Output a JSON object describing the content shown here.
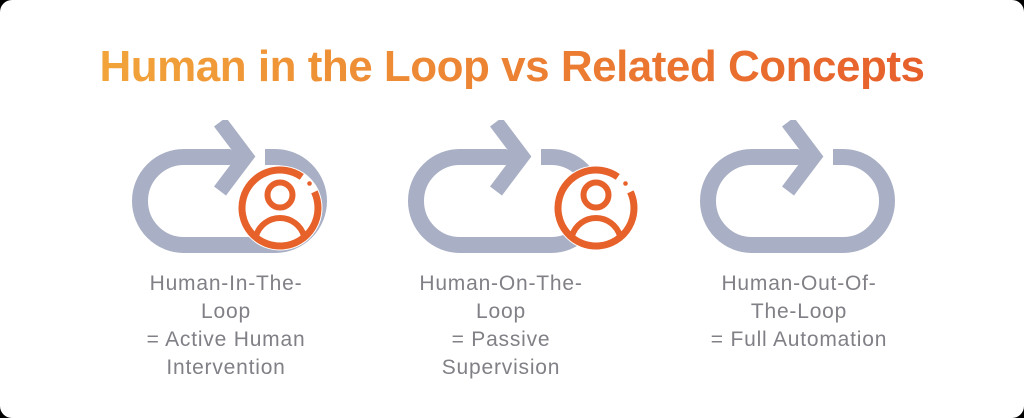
{
  "title": {
    "text": "Human in the Loop vs Related Concepts"
  },
  "colors": {
    "title_gradient_start": "#F2A73B",
    "title_gradient_end": "#E65C2B",
    "loop_gray": "#A9AFC4",
    "person_orange": "#E7612A",
    "label_gray": "#808086",
    "page_background": "#000000",
    "card_background": "#FFFFFF"
  },
  "concepts": [
    {
      "icon": "loop-arrow-person-inside",
      "name_lines": [
        "Human-In-The-",
        "Loop"
      ],
      "definition_lines": [
        "= Active Human",
        "Intervention"
      ]
    },
    {
      "icon": "loop-arrow-person-on-edge",
      "name_lines": [
        "Human-On-The-",
        "Loop"
      ],
      "definition_lines": [
        "= Passive",
        "Supervision"
      ]
    },
    {
      "icon": "loop-arrow-only",
      "name_lines": [
        "Human-Out-Of-",
        "The-Loop"
      ],
      "definition_lines": [
        "= Full Automation"
      ]
    }
  ]
}
